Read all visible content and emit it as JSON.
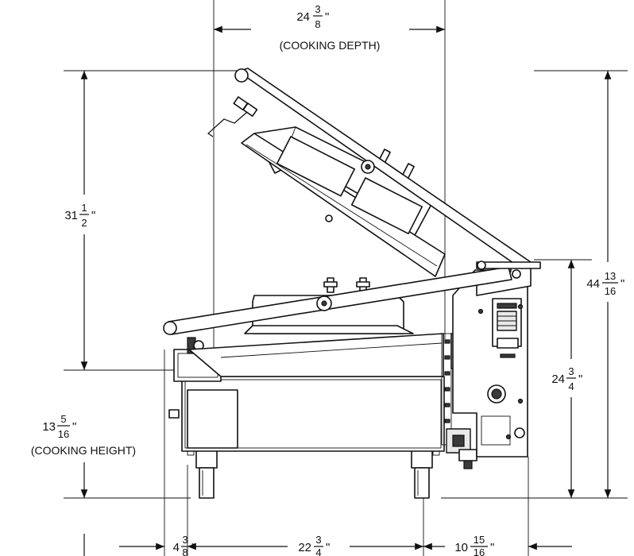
{
  "dimensions": {
    "cooking_depth": {
      "whole": "24",
      "num": "3",
      "den": "8",
      "unit": "\"",
      "caption": "(COOKING DEPTH)"
    },
    "platen_height": {
      "whole": "31",
      "num": "1",
      "den": "2",
      "unit": "\""
    },
    "overall_height": {
      "whole": "44",
      "num": "13",
      "den": "16",
      "unit": "\""
    },
    "unit_height": {
      "whole": "24",
      "num": "3",
      "den": "4",
      "unit": "\""
    },
    "cooking_height": {
      "whole": "13",
      "num": "5",
      "den": "16",
      "unit": "\"",
      "caption": "(COOKING HEIGHT)"
    },
    "front_offset": {
      "whole": "4",
      "num": "3",
      "den": "8",
      "unit": "\""
    },
    "base_depth": {
      "whole": "22",
      "num": "3",
      "den": "4",
      "unit": "\""
    },
    "rear_offset": {
      "whole": "10",
      "num": "15",
      "den": "16",
      "unit": "\""
    }
  }
}
